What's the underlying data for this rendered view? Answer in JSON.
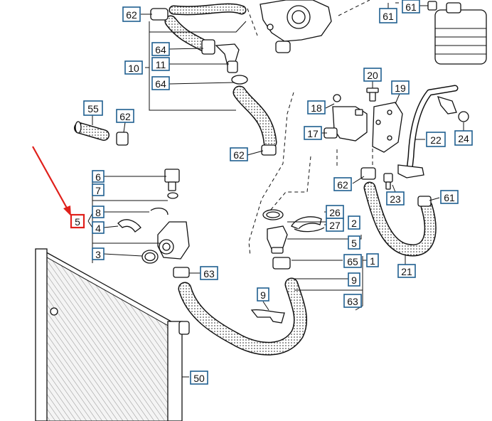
{
  "diagram": {
    "accent_color": "#1f5f8f",
    "highlight_color": "#e0201b",
    "callouts": [
      {
        "id": "c62a",
        "text": "62"
      },
      {
        "id": "c64a",
        "text": "64"
      },
      {
        "id": "c11",
        "text": "11"
      },
      {
        "id": "c10",
        "text": "10"
      },
      {
        "id": "c64b",
        "text": "64"
      },
      {
        "id": "c61a",
        "text": "61"
      },
      {
        "id": "c61b",
        "text": "61"
      },
      {
        "id": "c55",
        "text": "55"
      },
      {
        "id": "c62b",
        "text": "62"
      },
      {
        "id": "c20",
        "text": "20"
      },
      {
        "id": "c19",
        "text": "19"
      },
      {
        "id": "c18",
        "text": "18"
      },
      {
        "id": "c17",
        "text": "17"
      },
      {
        "id": "c22",
        "text": "22"
      },
      {
        "id": "c24",
        "text": "24"
      },
      {
        "id": "c62c",
        "text": "62"
      },
      {
        "id": "c6",
        "text": "6"
      },
      {
        "id": "c7",
        "text": "7"
      },
      {
        "id": "c62d",
        "text": "62"
      },
      {
        "id": "c23",
        "text": "23"
      },
      {
        "id": "c61c",
        "text": "61"
      },
      {
        "id": "c8",
        "text": "8"
      },
      {
        "id": "c5a",
        "text": "5"
      },
      {
        "id": "c4",
        "text": "4"
      },
      {
        "id": "c26",
        "text": "26"
      },
      {
        "id": "c27",
        "text": "27"
      },
      {
        "id": "c2",
        "text": "2"
      },
      {
        "id": "c5b",
        "text": "5"
      },
      {
        "id": "c3",
        "text": "3"
      },
      {
        "id": "c65",
        "text": "65"
      },
      {
        "id": "c1",
        "text": "1"
      },
      {
        "id": "c63a",
        "text": "63"
      },
      {
        "id": "c21",
        "text": "21"
      },
      {
        "id": "c9a",
        "text": "9"
      },
      {
        "id": "c9b",
        "text": "9"
      },
      {
        "id": "c63b",
        "text": "63"
      },
      {
        "id": "c50",
        "text": "50"
      }
    ]
  }
}
